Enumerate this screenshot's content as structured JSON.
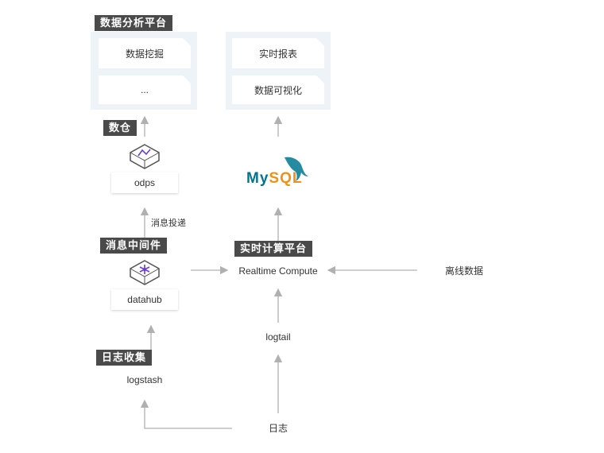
{
  "tags": {
    "analytics": "数据分析平台",
    "warehouse": "数仓",
    "middleware": "消息中间件",
    "collection": "日志收集",
    "realtime": "实时计算平台"
  },
  "boxes": {
    "data_mining": "数据挖掘",
    "ellipsis": "...",
    "realtime_report": "实时报表",
    "visualization": "数据可视化",
    "odps": "odps",
    "datahub": "datahub",
    "logstash": "logstash",
    "realtime_compute": "Realtime Compute",
    "offline_data": "离线数据",
    "logtail": "logtail",
    "logs": "日志"
  },
  "annotations": {
    "delivery": "消息投递"
  },
  "logo": {
    "mysql_text": "MySQL"
  },
  "colors": {
    "tag_bg": "#4a4a4a",
    "group_bg": "#eef3f7",
    "arrow": "#b0b0b0",
    "icon_accent": "#6a3fd0",
    "mysql_blue": "#00758f",
    "mysql_orange": "#f29111"
  }
}
